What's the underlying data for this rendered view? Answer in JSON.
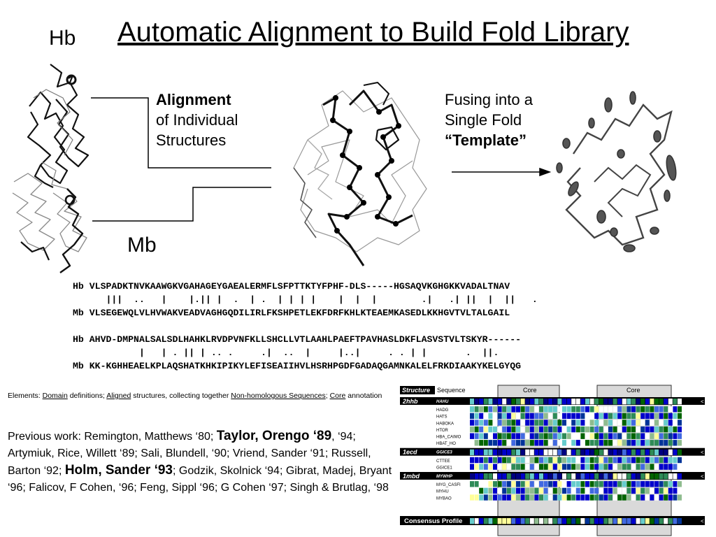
{
  "title": "Automatic Alignment to Build Fold Library",
  "labels": {
    "hb": "Hb",
    "mb": "Mb",
    "alignment_bold": "Alignment",
    "alignment_line2": "of Individual",
    "alignment_line3": "Structures",
    "fusing_line1": "Fusing into a",
    "fusing_line2": "Single Fold",
    "fusing_bold": "“Template”"
  },
  "sequence_alignment": {
    "block1": {
      "hb": "Hb VLSPADKTNVKAAWGKVGAHAGEYGAEALERMFLSFPTTKTYFPHF-DLS-----HGSAQVKGHGKKVADALTNAV",
      "match": "      |||  ..   |    |.|| |  .  | .  | | | |    |  |  |        .|   .| ||  |  ||   .",
      "mb": "Mb VLSEGEWQLVLHVWAKVEADVAGHGQDILIRLFKSHPETLEKFDRFKHLKTEAEMKASEDLKKHGVTVLTALGAIL"
    },
    "block2": {
      "hb": "Hb AHVD-DMPNALSALSDLHAHKLRVDPVNFKLLSHCLLVTLAAHLPAEFTPAVHASLDKFLASVSTVLTSKYR------",
      "match": "            |   | . || | .. .     .|  ..  |     |..|     . . | |       .  ||.",
      "mb": "Mb KK-KGHHEAELKPLAQSHATKHKIPIKYLEFISEAIIHVLHSRHPGDFGADAQGAMNKALELFRKDIAAKYKELGYQG"
    }
  },
  "elements_caption": {
    "prefix": "Elements: ",
    "domain": "Domain",
    "t1": " definitions; ",
    "aligned": "Aligned",
    "t2": " structures, collecting together ",
    "nonhomologous": "Non-homologous Sequences",
    "t3": "; ",
    "core": "Core",
    "t4": " annotation"
  },
  "previous_work": {
    "p1": "Previous work: Remington, Matthews ‘80; ",
    "b1": "Taylor, Orengo ‘89",
    "p2": ", ‘94; Artymiuk, Rice, Willett ‘89; Sali, Blundell, ‘90; Vriend, Sander ‘91; Russell, Barton ‘92; ",
    "b2": "Holm, Sander ‘93",
    "p3": "; Godzik, Skolnick ‘94; Gibrat, Madej, Bryant ‘96; Falicov, F Cohen, ‘96; Feng, Sippl ‘96; G Cohen ‘97; Singh & Brutlag, ‘98"
  },
  "table": {
    "header_structure": "Structure",
    "header_sequence": "Sequence",
    "core1": "Core",
    "core2": "Core",
    "groups": [
      {
        "pdb": "2hhb",
        "lead": "HAHU",
        "rows": [
          "HADG",
          "HATS",
          "HABOKA",
          "HTOR",
          "HBA_CAIMO",
          "HBAT_HO"
        ]
      },
      {
        "pdb": "1ecd",
        "lead": "GGICE3",
        "rows": [
          "CTTEE",
          "GGICE1"
        ]
      },
      {
        "pdb": "1mbd",
        "lead": "MYWHP",
        "rows": [
          "MYG_CASFI",
          "MYHU",
          "MYBAO"
        ]
      }
    ],
    "consensus": "Consensus Profile",
    "end_mark": "<",
    "palette": [
      "#0000cc",
      "#2e8b57",
      "#006400",
      "#66cccc",
      "#003399",
      "#8fbc8f",
      "#4169e1",
      "#ffff99",
      "#000080",
      "#ffffff"
    ]
  }
}
